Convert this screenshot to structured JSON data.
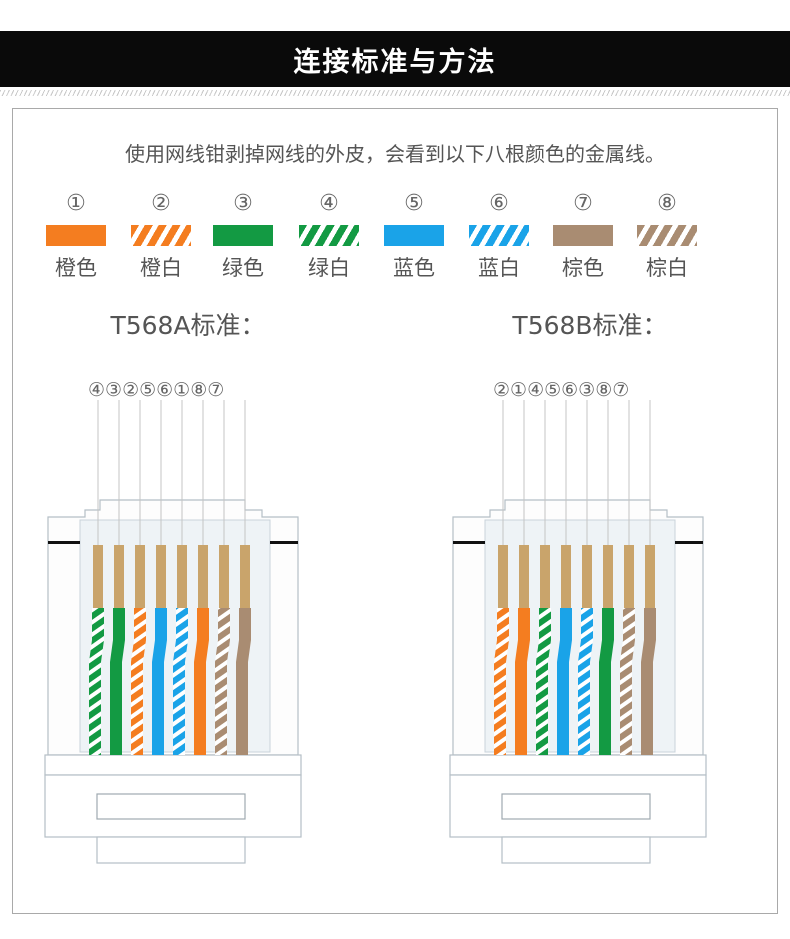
{
  "header": {
    "title": "连接标准与方法"
  },
  "intro": "使用网线钳剥掉网线的外皮，会看到以下八根颜色的金属线。",
  "colors": {
    "orange": "#f47d20",
    "green": "#139a43",
    "blue": "#1aa3e8",
    "brown": "#a98c72",
    "gold": "#c9a46b"
  },
  "legend": [
    {
      "num": "①",
      "name": "橙色",
      "color": "orange",
      "striped": false
    },
    {
      "num": "②",
      "name": "橙白",
      "color": "orange",
      "striped": true
    },
    {
      "num": "③",
      "name": "绿色",
      "color": "green",
      "striped": false
    },
    {
      "num": "④",
      "name": "绿白",
      "color": "green",
      "striped": true
    },
    {
      "num": "⑤",
      "name": "蓝色",
      "color": "blue",
      "striped": false
    },
    {
      "num": "⑥",
      "name": "蓝白",
      "color": "blue",
      "striped": true
    },
    {
      "num": "⑦",
      "name": "棕色",
      "color": "brown",
      "striped": false
    },
    {
      "num": "⑧",
      "name": "棕白",
      "color": "brown",
      "striped": true
    }
  ],
  "standards": [
    {
      "title": "T568A标准：",
      "sequence": "④③②⑤⑥①⑧⑦",
      "order": [
        4,
        3,
        2,
        5,
        6,
        1,
        8,
        7
      ]
    },
    {
      "title": "T568B标准：",
      "sequence": "②①④⑤⑥③⑧⑦",
      "order": [
        2,
        1,
        4,
        5,
        6,
        3,
        8,
        7
      ]
    }
  ]
}
